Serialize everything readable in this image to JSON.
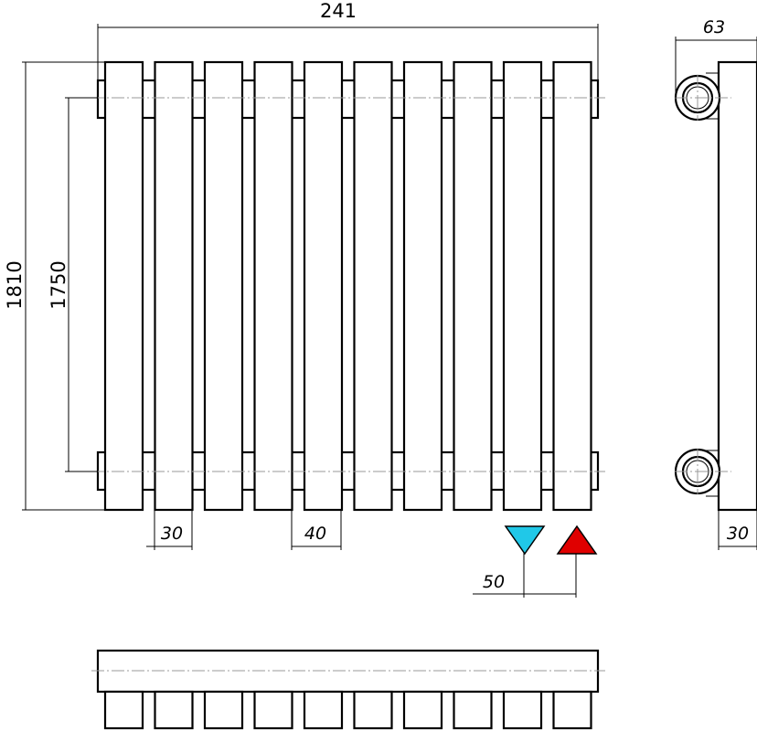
{
  "drawing": {
    "section_count": 10,
    "dimensions": {
      "overall_width": "241",
      "overall_height": "1810",
      "axis_distance": "1750",
      "depth": "63",
      "section_width": "30",
      "section_gap": "40",
      "side_depth": "30",
      "connection_offset": "50"
    },
    "markers": {
      "supply_color": "#e00000",
      "return_color": "#20c8e8"
    }
  }
}
